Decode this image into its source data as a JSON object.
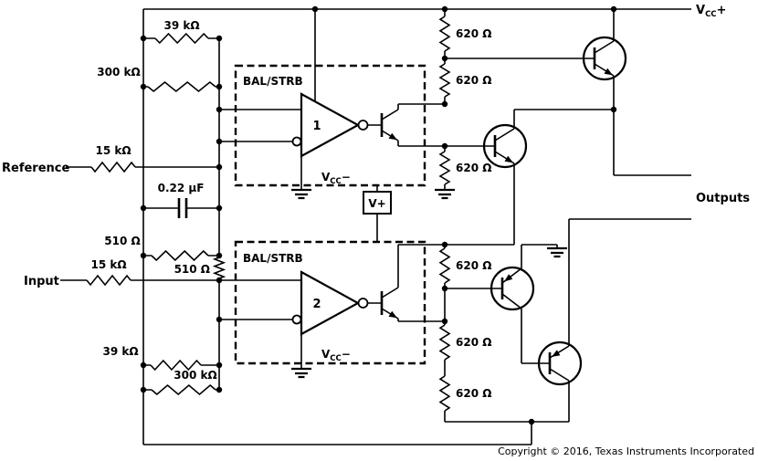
{
  "schematic": {
    "power": {
      "vcc_plus_base": "V",
      "vcc_plus_sub": "CC",
      "vcc_plus_sign": "+",
      "vcc_minus_base": "V",
      "vcc_minus_sub": "CC",
      "vcc_minus_sign": "−",
      "v_plus": "V+"
    },
    "ports": {
      "reference": "Reference",
      "input": "Input",
      "outputs": "Outputs"
    },
    "comparators": [
      {
        "label": "BAL/STRB",
        "number": "1"
      },
      {
        "label": "BAL/STRB",
        "number": "2"
      }
    ],
    "values": {
      "r39k": "39 kΩ",
      "r300k": "300 kΩ",
      "r15k": "15 kΩ",
      "r510": "510 Ω",
      "r620": "620 Ω",
      "cap": "0.22 µF"
    },
    "footer": {
      "copyright": "Copyright © 2016, Texas Instruments Incorporated"
    }
  }
}
